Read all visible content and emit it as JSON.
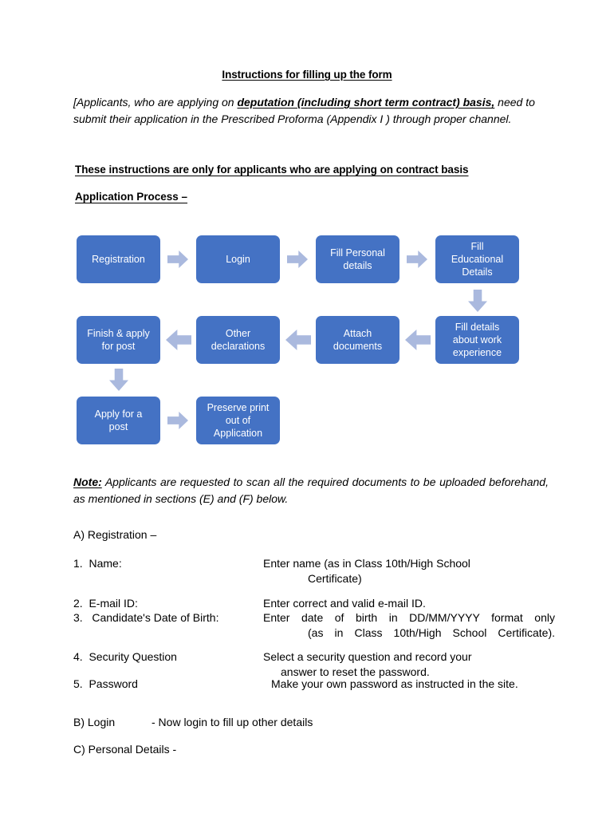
{
  "document": {
    "title_text": "Instructions for filling up the form",
    "intro": {
      "lead": "[Applicants, who are applying on ",
      "emphasis": "deputation (including short term contract) basis,",
      "rest": " need to submit their application in the  Prescribed Proforma (Appendix I ) through proper channel."
    },
    "heading_contract": "These instructions are only for applicants who are applying on contract basis",
    "heading_process": "Application Process –"
  },
  "flowchart": {
    "box_color": "#4472C4",
    "arrow_color": "#AAB9DE",
    "text_color": "#FFFFFF",
    "boxes": [
      {
        "id": "registration",
        "label": "Registration"
      },
      {
        "id": "login",
        "label": "Login"
      },
      {
        "id": "fill-personal-details",
        "label": "Fill Personal\ndetails"
      },
      {
        "id": "fill-educational-details",
        "label": "Fill\nEducational\nDetails"
      },
      {
        "id": "fill-work-experience",
        "label": "Fill details\nabout work\nexperience"
      },
      {
        "id": "attach-documents",
        "label": "Attach\ndocuments"
      },
      {
        "id": "other-declarations",
        "label": "Other\ndeclarations"
      },
      {
        "id": "finish-apply-for-post",
        "label": "Finish & apply\nfor post"
      },
      {
        "id": "apply-for-a-post",
        "label": "Apply for  a\npost"
      },
      {
        "id": "preserve-print-out",
        "label": "Preserve print\nout of\nApplication"
      }
    ]
  },
  "note": {
    "label": "Note:",
    "text": " Applicants are requested to scan all the required documents to be uploaded beforehand, as mentioned in sections (E) and (F) below."
  },
  "sections": {
    "a_heading": "A) Registration –",
    "items": [
      {
        "number": "1.",
        "label": "Name:",
        "desc_line1": "Enter name (as in Class 10th/High School",
        "desc_line2": "Certificate)"
      },
      {
        "number": "2.",
        "label": "E-mail ID:",
        "desc_line1": "Enter correct and valid e-mail ID.",
        "desc_line2": ""
      },
      {
        "number": "3.",
        "label": "Candidate's Date of Birth:",
        "desc_line1": "Enter date of birth in DD/MM/YYYY format only",
        "desc_line2": "(as in Class 10th/High School Certificate)."
      },
      {
        "number": "4.",
        "label": "Security Question",
        "desc_line1": "Select a security question and record your",
        "desc_line2": "answer to reset the password."
      },
      {
        "number": "5.",
        "label": "Password",
        "desc_line1": "Make your own password as instructed in the site.",
        "desc_line2": ""
      }
    ],
    "b_label": "B) Login",
    "b_desc": "- Now login to fill up other details",
    "c_heading": "C) Personal Details -"
  }
}
